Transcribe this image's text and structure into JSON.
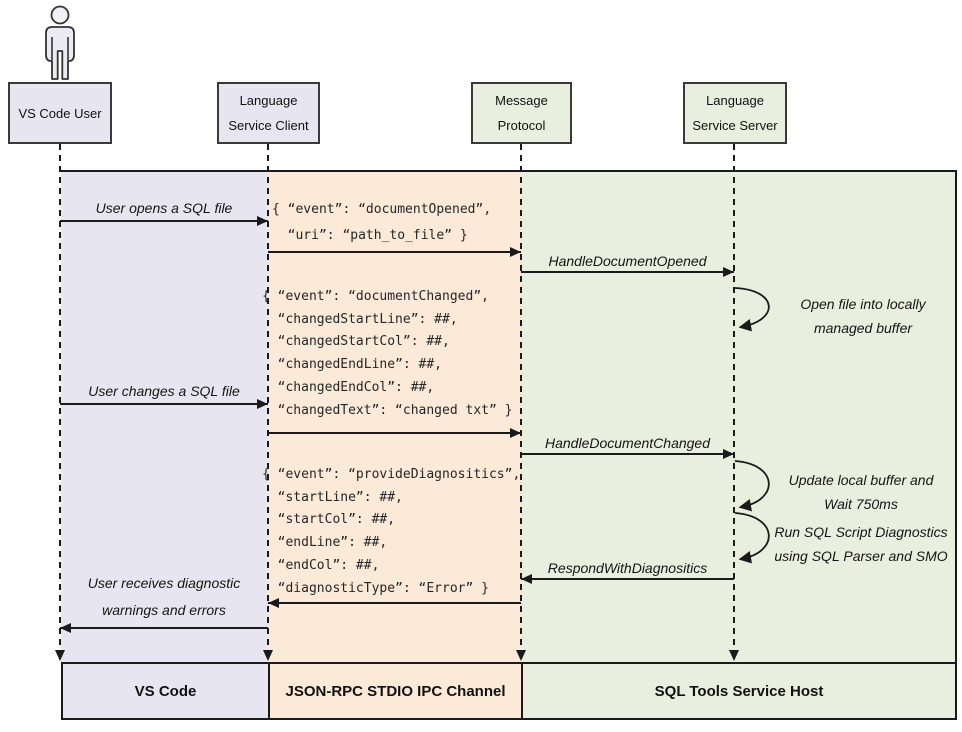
{
  "headers": {
    "user": {
      "line1": "VS Code User"
    },
    "client": {
      "line1": "Language",
      "line2": "Service Client"
    },
    "protocol": {
      "line1": "Message",
      "line2": "Protocol"
    },
    "server": {
      "line1": "Language",
      "line2": "Service Server"
    }
  },
  "footers": {
    "vscode": "VS Code",
    "channel": "JSON-RPC STDIO IPC Channel",
    "host": "SQL Tools Service Host"
  },
  "messages": {
    "open_file": "User opens a SQL file",
    "handle_doc_opened": "HandleDocumentOpened",
    "open_buffer_1": "Open file into locally",
    "open_buffer_2": "managed buffer",
    "change_file": "User changes a SQL file",
    "handle_doc_changed": "HandleDocumentChanged",
    "update_buffer_1": "Update local buffer and",
    "update_buffer_2": "Wait 750ms",
    "run_diag_1": "Run SQL Script Diagnostics",
    "run_diag_2": "using SQL Parser and SMO",
    "respond_diag": "RespondWithDiagnositics",
    "receive_1": "User receives diagnostic",
    "receive_2": "warnings and errors"
  },
  "payloads": {
    "document_opened": [
      "{ “event”: “documentOpened”,",
      "  “uri”: “path_to_file” }"
    ],
    "document_changed": [
      "{ “event”: “documentChanged”,",
      "  “changedStartLine”: ##,",
      "  “changedStartCol”: ##,",
      "  “changedEndLine”: ##,",
      "  “changedEndCol”: ##,",
      "  “changedText”: “changed txt” }"
    ],
    "provide_diagnostics": [
      "{ “event”: “provideDiagnositics”,",
      "  “startLine”: ##,",
      "  “startCol”: ##,",
      "  “endLine”: ##,",
      "  “endCol”: ##,",
      "  “diagnosticType”: “Error” }"
    ]
  },
  "colors": {
    "lavender": "#e7e6f0",
    "peach": "#fcead9",
    "green": "#e9efde",
    "line": "#1a1a1a"
  }
}
